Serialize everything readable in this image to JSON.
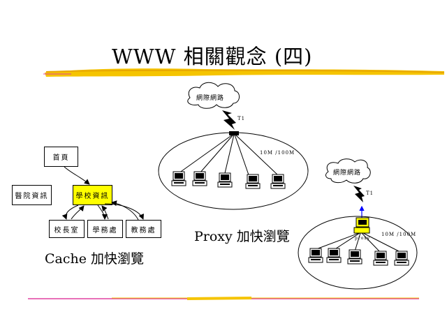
{
  "slide": {
    "title": "WWW 相關觀念 (四)"
  },
  "cache_diagram": {
    "nodes": {
      "homepage": "首頁",
      "medical_info": "醫院資訊",
      "school_info": "學校資訊",
      "principal_office": "校長室",
      "academic_office": "學務處",
      "registrar_office": "教務處"
    },
    "caption": "Cache 加快瀏覽"
  },
  "proxy_diagram": {
    "cloud_label": "網際網路",
    "link_label": "T1",
    "lan_label": "10M /100M",
    "caption": "Proxy 加快瀏覽"
  },
  "proxy_server_diagram": {
    "cloud_label": "網際網路",
    "link_label": "T1",
    "lan_label": "10M /100M",
    "proxy_label": "proxy"
  },
  "colors": {
    "yellow_highlight": "#ffff00",
    "brush_stroke": "#f5c400",
    "footer_magenta": "#e040a0",
    "uplink_arrow": "#0000ff"
  }
}
